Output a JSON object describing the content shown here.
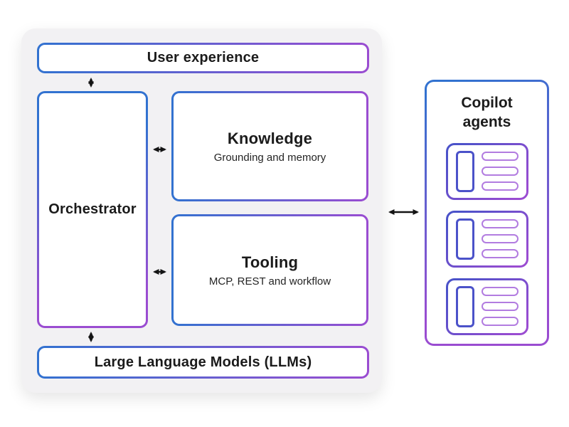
{
  "colors": {
    "blue": "#3272d0",
    "purple": "#9a4cd1",
    "indigo": "#4b52c9",
    "light_purple": "#b27ce0",
    "panel_bg": "#f2f1f3",
    "box_bg": "#ffffff",
    "text": "#1b1b1b",
    "arrow": "#141414"
  },
  "diagram": {
    "user_experience": {
      "label": "User experience"
    },
    "orchestrator": {
      "label": "Orchestrator"
    },
    "knowledge": {
      "title": "Knowledge",
      "subtitle": "Grounding and memory"
    },
    "tooling": {
      "title": "Tooling",
      "subtitle": "MCP, REST and workflow"
    },
    "llms": {
      "label": "Large Language Models (LLMs)"
    },
    "copilot_agents": {
      "title": "Copilot agents",
      "agent_count": 3
    },
    "connections": [
      "user_experience <-> orchestrator",
      "orchestrator <-> knowledge",
      "orchestrator <-> tooling",
      "orchestrator <-> llms",
      "stack <-> copilot_agents"
    ]
  }
}
